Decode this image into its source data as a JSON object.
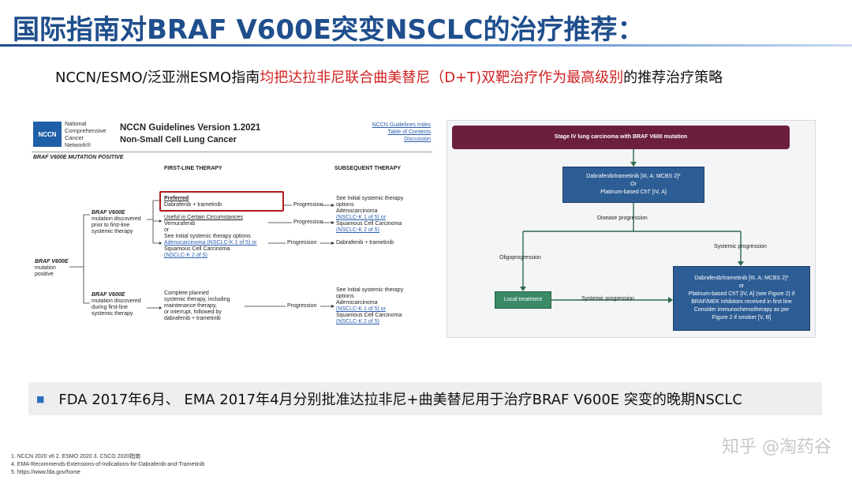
{
  "title": "国际指南对BRAF V600E突变NSCLC的治疗推荐：",
  "subtitle": {
    "prefix": "NCCN/ESMO/泛亚洲ESMO指南",
    "highlight": "均把达拉非尼联合曲美替尼（D+T)双靶治疗作为最高级别",
    "suffix": "的推荐治疗策略"
  },
  "nccn": {
    "logo": "NCCN",
    "org": [
      "National",
      "Comprehensive",
      "Cancer",
      "Network®"
    ],
    "heading1": "NCCN Guidelines Version 1.2021",
    "heading2": "Non-Small Cell Lung Cancer",
    "links": [
      "NCCN Guidelines Index",
      "Table of Contents",
      "Discussion"
    ],
    "mutation_positive": "BRAF V600E MUTATION POSITIVE",
    "first_line_header": "FIRST-LINE THERAPY",
    "subsequent_header": "SUBSEQUENT THERAPY",
    "root": [
      "BRAF V600E",
      "mutation",
      "positive"
    ],
    "branch1": [
      "BRAF V600E",
      "mutation discovered",
      "prior to first-line",
      "systemic therapy"
    ],
    "branch2": [
      "BRAF V600E",
      "mutation discovered",
      "during first-line",
      "systemic therapy"
    ],
    "preferred": [
      "Preferred",
      "Dabrafenib + trametinib"
    ],
    "useful": [
      "Useful in Certain Circumstances",
      "Vemurafenib",
      "or"
    ],
    "other": [
      "See Initial systemic therapy options",
      "Adenocarcinoma (NSCLC-K 1 of 5) or",
      "Squamous Cell Carcinoma",
      "(NSCLC-K 2 of 5)"
    ],
    "complete": [
      "Complete planned",
      "systemic therapy, including",
      "maintenance therapy,",
      "or interrupt, followed by",
      "dabrafenib + trametinib"
    ],
    "progression": "Progression",
    "sub1": [
      "See Initial systemic therapy",
      "options",
      "Adenocarcinoma",
      "(NSCLC-K 1 of 5) or",
      "Squamous Cell Carcinoma",
      "(NSCLC-K 2 of 5)"
    ],
    "sub2": "Dabrafenib + trametinib",
    "sub3": [
      "See Initial systemic therapy",
      "options",
      "Adenocarcinoma",
      "(NSCLC-K 1 of 5) or",
      "Squamous Cell Carcinoma",
      "(NSCLC-K 2 of 5)"
    ]
  },
  "flow": {
    "top": "Stage IV lung carcinoma with BRAF V600 mutation",
    "box1": [
      "Dabrafenib/trametinib [III, A; MCBS 2]*",
      "Or",
      "Platinum-based ChT [IV, A]"
    ],
    "disease_progression": "Disease progression",
    "oligoprogression": "Oligoprogression",
    "systemic_progression_top": "Systemic progression",
    "local_treatment": "Local treatment",
    "systemic_progression": "Systemic progression",
    "box2": [
      "Dabrafenib/trametinib [III, A; MCBS 2]*",
      "or",
      "Platinum-based ChT [IV, A] (see Figure 2) if",
      "BRAF/MEK inhibitors received in first line",
      "Consider immunochemotherapy as per",
      "Figure 2 if smoker [V, B]"
    ]
  },
  "fda": "FDA 2017年6月、 EMA 2017年4月分别批准达拉非尼+曲美替尼用于治疗BRAF V600E 突变的晚期NSCLC",
  "references": [
    "1. NCCN 2020 v6 2. ESMO 2020 3. CSCO 2020指南",
    "4. EMA-Recommends-Extensions-of-Indications-for-Dabrafenib-and-Trametinib",
    "5. https://www.fda.gov/home"
  ],
  "watermark": "知乎 @淘药谷"
}
